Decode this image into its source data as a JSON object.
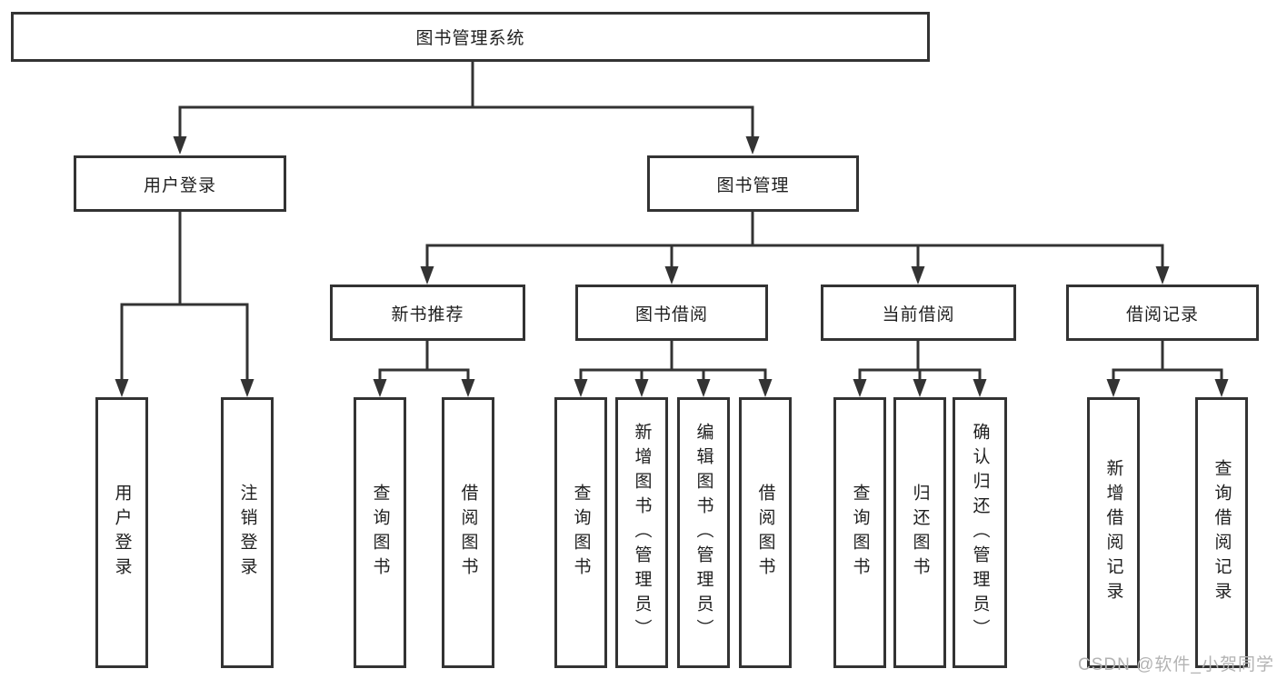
{
  "diagram": {
    "type": "hierarchy-tree",
    "root": {
      "label": "图书管理系统",
      "children": [
        {
          "label": "用户登录",
          "children": [
            {
              "label": "用户登录"
            },
            {
              "label": "注销登录"
            }
          ]
        },
        {
          "label": "图书管理",
          "children": [
            {
              "label": "新书推荐",
              "children": [
                {
                  "label": "查询图书"
                },
                {
                  "label": "借阅图书"
                }
              ]
            },
            {
              "label": "图书借阅",
              "children": [
                {
                  "label": "查询图书"
                },
                {
                  "label": "新增图书（管理员）"
                },
                {
                  "label": "编辑图书（管理员）"
                },
                {
                  "label": "借阅图书"
                }
              ]
            },
            {
              "label": "当前借阅",
              "children": [
                {
                  "label": "查询图书"
                },
                {
                  "label": "归还图书"
                },
                {
                  "label": "确认归还（管理员）"
                }
              ]
            },
            {
              "label": "借阅记录",
              "children": [
                {
                  "label": "新增借阅记录"
                },
                {
                  "label": "查询借阅记录"
                }
              ]
            }
          ]
        }
      ]
    },
    "colors": {
      "line": "#333333",
      "box_border": "#333333",
      "box_fill": "#ffffff",
      "text": "#1f1f1f",
      "watermark": "#b3b3b3"
    }
  },
  "watermark": {
    "text": "CSDN @软件_小贺同学"
  }
}
